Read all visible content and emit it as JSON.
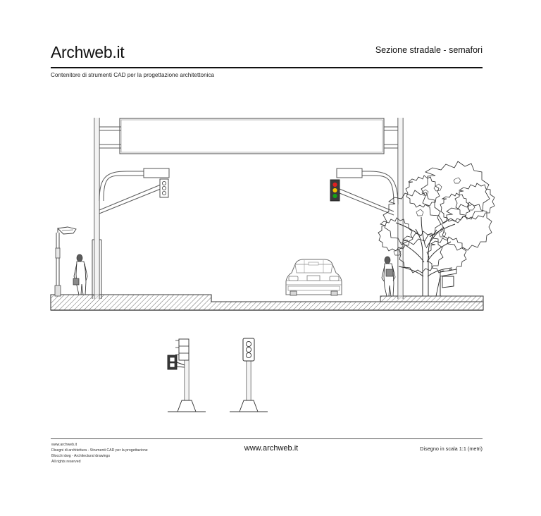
{
  "header": {
    "brand": "Archweb.it",
    "title": "Sezione stradale - semafori",
    "subtitle": "Contenitore di strumenti CAD per la progettazione architettonica"
  },
  "footer": {
    "left_line1": "www.archweb.it",
    "left_line2": "Disegni di architettura - Strumenti CAD  per la progettazione",
    "left_line3": "Blocchi dwg - Architectural drawings",
    "left_line4": "All rights reserved",
    "center": "www.archweb.it",
    "right": "Disegno in scala 1:1 (metri)"
  },
  "drawing": {
    "name": "road-section-with-traffic-lights",
    "type": "cad-elevation",
    "scale_note": "1:1 (metri)",
    "elements": [
      {
        "name": "overhead-gantry-sign-panel",
        "label": ""
      },
      {
        "name": "gantry-column-left",
        "label": ""
      },
      {
        "name": "gantry-column-right",
        "label": ""
      },
      {
        "name": "traffic-light-left-outline",
        "label": ""
      },
      {
        "name": "traffic-light-right-colored",
        "label": ""
      },
      {
        "name": "sign-box-left",
        "label": ""
      },
      {
        "name": "sign-box-right",
        "label": ""
      },
      {
        "name": "street-lamp",
        "label": ""
      },
      {
        "name": "pedestrian-left",
        "label": ""
      },
      {
        "name": "pedestrian-right",
        "label": ""
      },
      {
        "name": "car-front-elevation",
        "label": ""
      },
      {
        "name": "deciduous-tree",
        "label": ""
      },
      {
        "name": "bench",
        "label": ""
      },
      {
        "name": "ground-hatch",
        "label": ""
      },
      {
        "name": "detail-pole-pedestrian-signal",
        "label": ""
      },
      {
        "name": "detail-pole-vehicle-signal",
        "label": ""
      }
    ],
    "colors": {
      "line": "#404040",
      "line_dark": "#111111",
      "hatch": "#5a5a5a",
      "red_lamp": "#e02020",
      "amber_lamp": "#f2c200",
      "green_lamp": "#18a018",
      "housing": "#3a3a3a"
    }
  }
}
